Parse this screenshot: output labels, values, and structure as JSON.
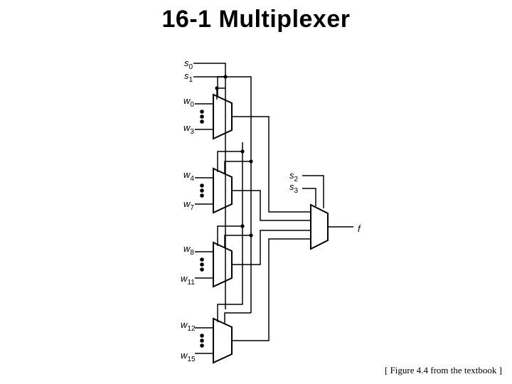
{
  "title": "16-1 Multiplexer",
  "caption": "[ Figure 4.4 from the textbook ]",
  "diagram": {
    "select_inputs": [
      {
        "letter": "s",
        "index": "0"
      },
      {
        "letter": "s",
        "index": "1"
      },
      {
        "letter": "s",
        "index": "2"
      },
      {
        "letter": "s",
        "index": "3"
      }
    ],
    "data_inputs": [
      {
        "letter": "w",
        "index": "0"
      },
      {
        "letter": "w",
        "index": "3"
      },
      {
        "letter": "w",
        "index": "4"
      },
      {
        "letter": "w",
        "index": "7"
      },
      {
        "letter": "w",
        "index": "8"
      },
      {
        "letter": "w",
        "index": "11"
      },
      {
        "letter": "w",
        "index": "12"
      },
      {
        "letter": "w",
        "index": "15"
      }
    ],
    "output": "f"
  }
}
